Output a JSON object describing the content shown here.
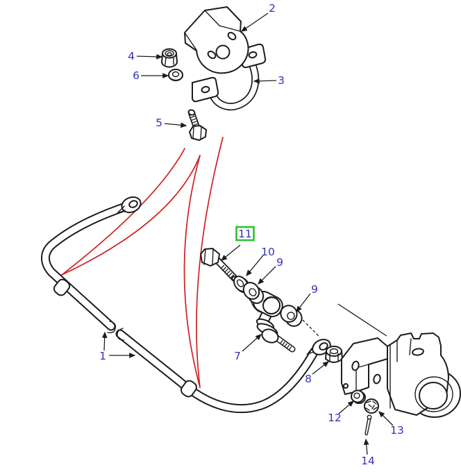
{
  "diagram": {
    "type": "exploded-parts-diagram",
    "subject": "stabilizer-bar-assembly",
    "background_color": "#ffffff",
    "line_color": "#1c1c1c",
    "label_color": "#3333b3",
    "pointer_color": "#d02020",
    "highlight_box_color": "#2cc32c",
    "highlighted_part": "11",
    "labels": {
      "p1": "1",
      "p2": "2",
      "p3": "3",
      "p4": "4",
      "p5": "5",
      "p6": "6",
      "p7": "7",
      "p8": "8",
      "p9a": "9",
      "p9b": "9",
      "p10": "10",
      "p11": "11",
      "p12": "12",
      "p13": "13",
      "p14": "14"
    }
  }
}
